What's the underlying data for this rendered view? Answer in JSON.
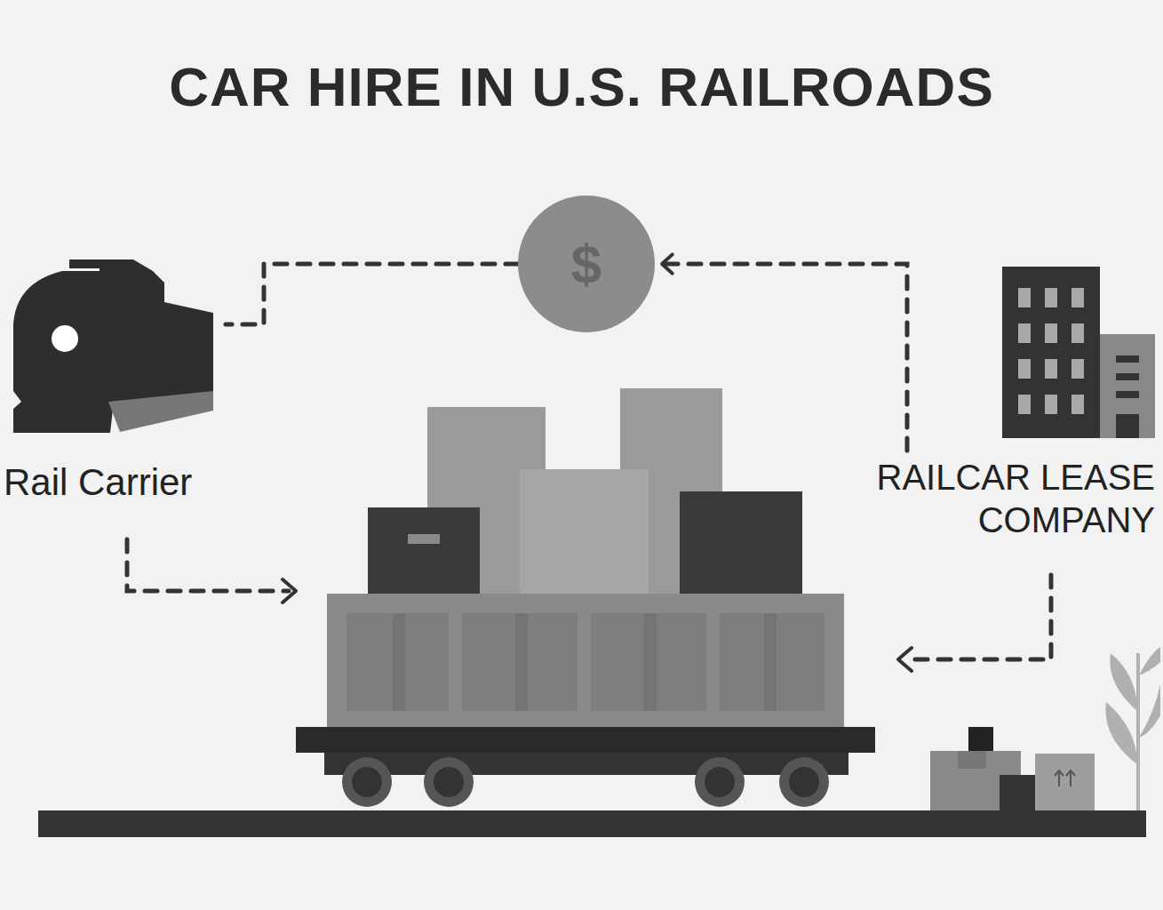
{
  "diagram": {
    "title": "CAR HIRE IN U.S. RAILROADS",
    "nodes": [
      {
        "text": [
          "$"
        ]
      },
      {
        "text": [
          "Rail Carrier"
        ]
      },
      {
        "text": [
          "RAILCAR LEASE COMPANY"
        ]
      }
    ],
    "edges": [
      {
        "from": 2,
        "to": 0,
        "arrow": "to"
      },
      {
        "from": 0,
        "to": 1,
        "arrow": "none"
      }
    ]
  }
}
